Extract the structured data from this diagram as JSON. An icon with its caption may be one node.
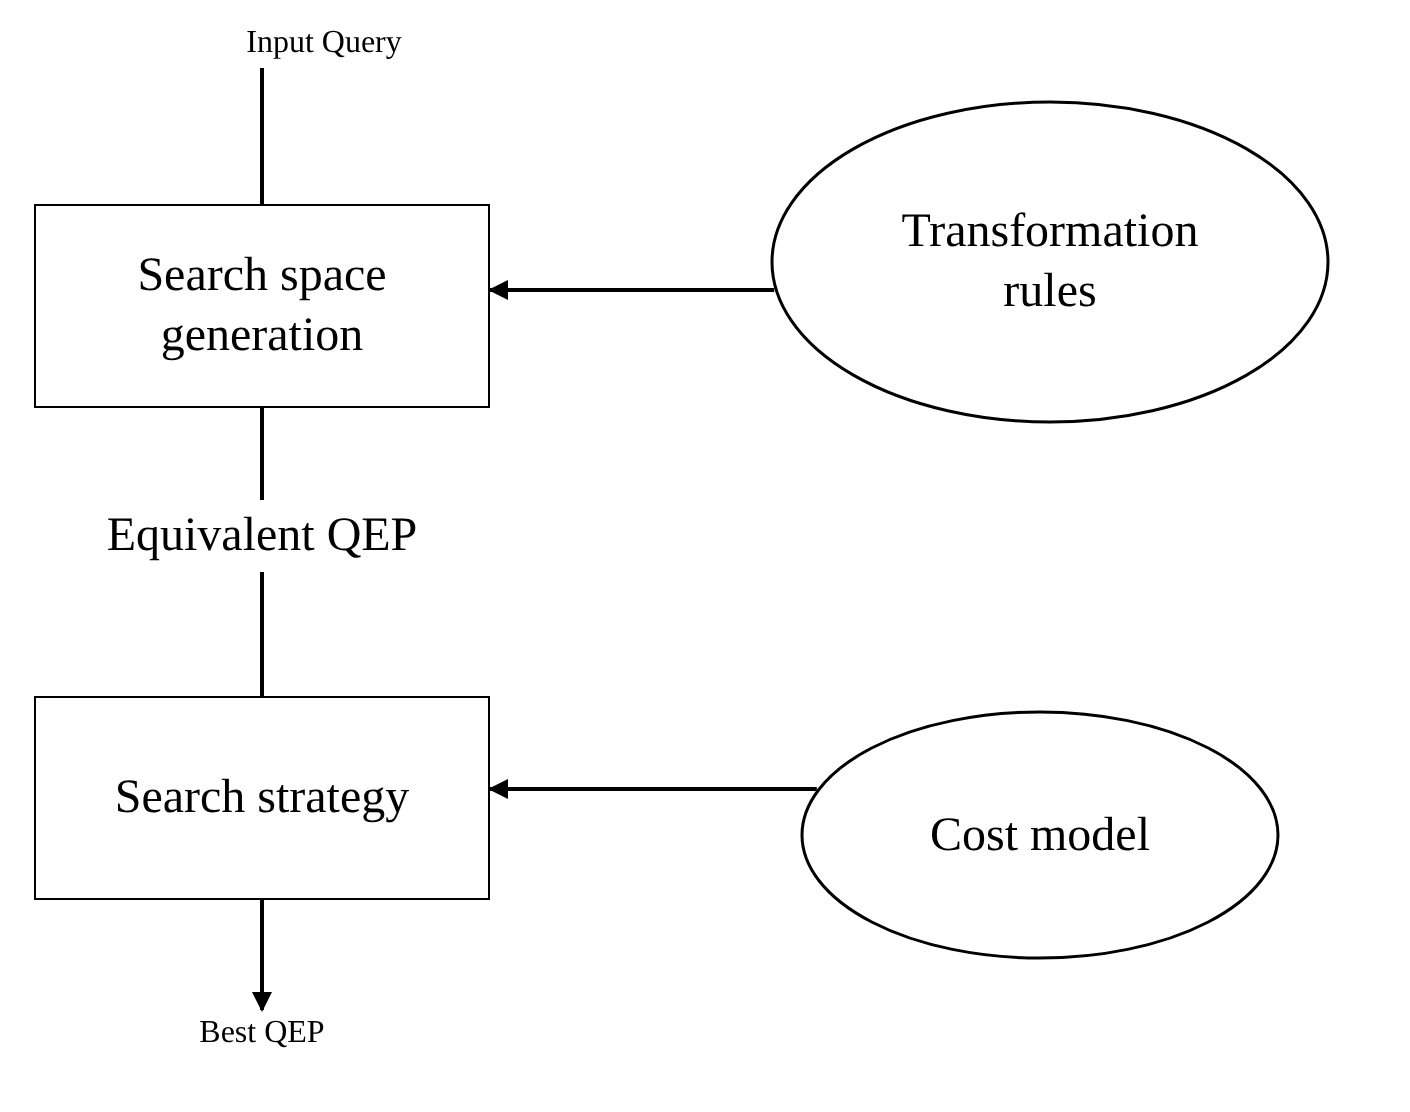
{
  "diagram": {
    "nodes": [
      {
        "text": [
          "Input Query"
        ]
      },
      {
        "text": [
          "Search space generation"
        ]
      },
      {
        "text": [
          "Transformation rules"
        ]
      },
      {
        "text": [
          "Equivalent QEP"
        ]
      },
      {
        "text": [
          "Search strategy"
        ]
      },
      {
        "text": [
          "Cost model"
        ]
      },
      {
        "text": [
          "Best QEP"
        ]
      }
    ],
    "edges": [
      {
        "from": 0,
        "to": 1,
        "arrow": "none"
      },
      {
        "from": 2,
        "to": 1,
        "arrow": "to"
      },
      {
        "from": 1,
        "to": 3,
        "arrow": "none"
      },
      {
        "from": 3,
        "to": 4,
        "arrow": "none"
      },
      {
        "from": 5,
        "to": 4,
        "arrow": "to"
      },
      {
        "from": 4,
        "to": 6,
        "arrow": "to"
      }
    ]
  }
}
